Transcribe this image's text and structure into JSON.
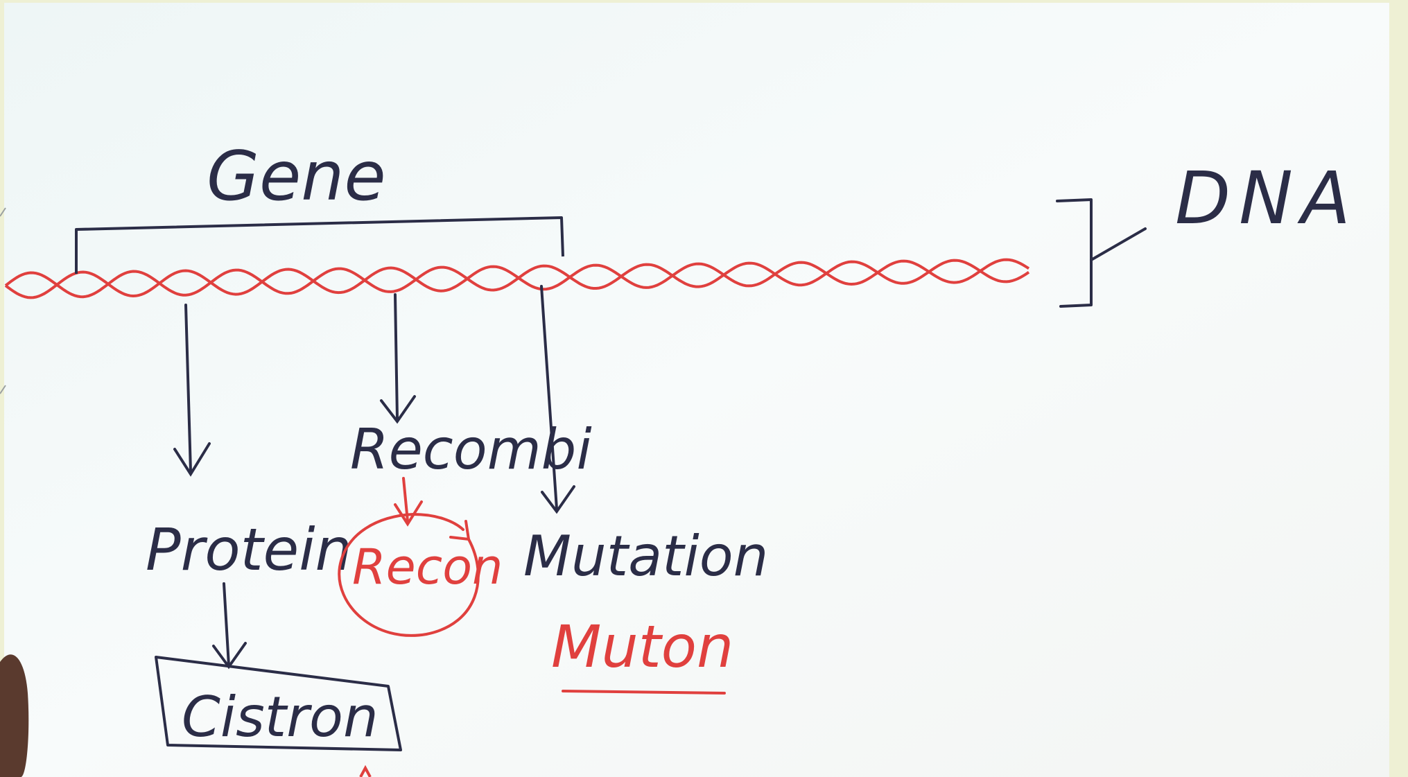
{
  "diagram": {
    "labels": {
      "gene": "Gene",
      "dna": "DNA",
      "protein": "Protein",
      "cistron": "Cistron",
      "recombi": "Recombi",
      "recon": "Recon",
      "mutation": "Mutation",
      "muton": "Muton"
    },
    "colors": {
      "board": "#ffffff",
      "frame": "#eef0d4",
      "ink_dark": "#2b2d47",
      "ink_red": "#e0403e",
      "presenter": "#5a3a2e"
    }
  }
}
